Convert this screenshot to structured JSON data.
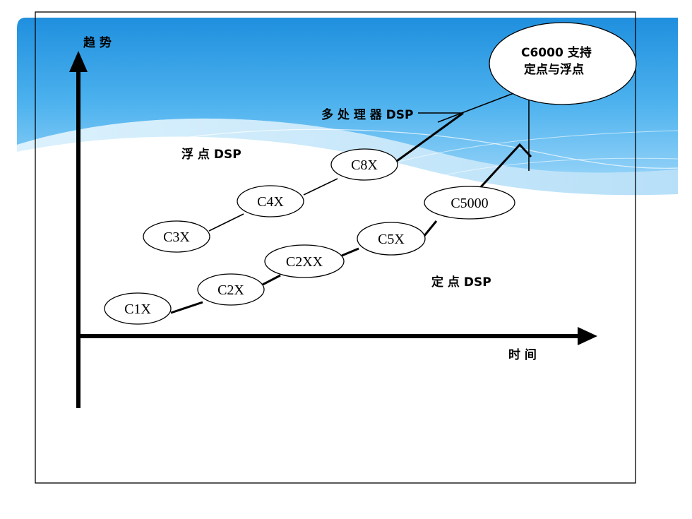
{
  "axes": {
    "y_label": "趋 势",
    "x_label": "时 间"
  },
  "groups": {
    "floating": "浮 点 DSP",
    "multiprocessor": "多 处 理 器 DSP",
    "fixed": "定 点 DSP"
  },
  "callout": {
    "line1": "C6000 支持",
    "line2": "定点与浮点"
  },
  "nodes": {
    "c1x": "C1X",
    "c2x": "C2X",
    "c2xx": "C2XX",
    "c5x": "C5X",
    "c5000": "C5000",
    "c3x": "C3X",
    "c4x": "C4X",
    "c8x": "C8X"
  }
}
